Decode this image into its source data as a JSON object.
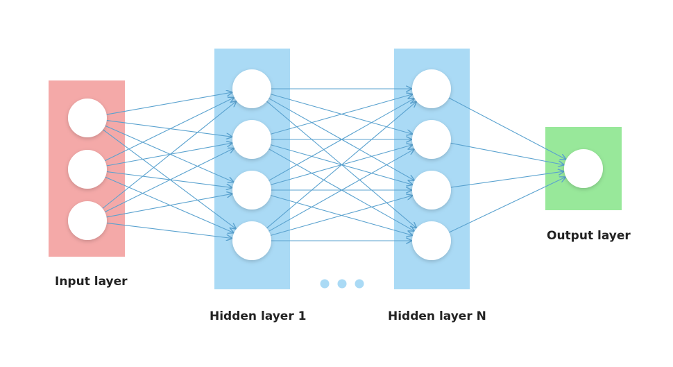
{
  "colors": {
    "input_layer": "#f4a9a8",
    "hidden_layer": "#aadaf5",
    "output_layer": "#98e89a",
    "node": "#ffffff",
    "connection": "#5aa2cf",
    "ellipsis_dot": "#aadaf5",
    "label_text": "#222222"
  },
  "layers": [
    {
      "label": "Input layer",
      "node_count": 3
    },
    {
      "label": "Hidden layer 1",
      "node_count": 4
    },
    {
      "label": "Hidden layer N",
      "node_count": 4
    },
    {
      "label": "Output layer",
      "node_count": 1
    }
  ],
  "ellipsis_dots": 3
}
